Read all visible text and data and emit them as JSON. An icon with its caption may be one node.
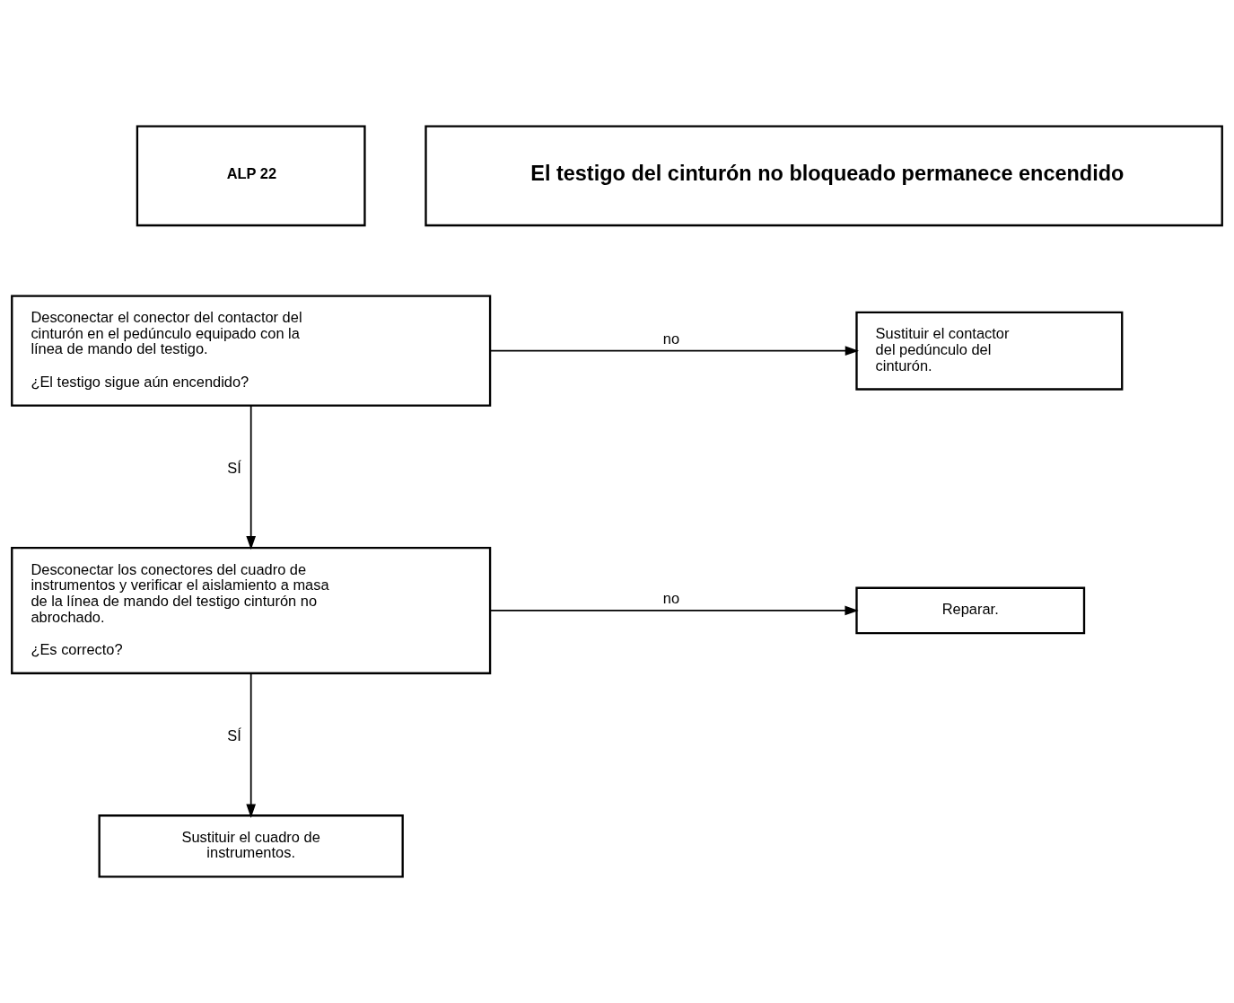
{
  "diagram": {
    "nodes": [
      {
        "text": [
          "ALP 22"
        ]
      },
      {
        "text": [
          "El testigo del cinturón no bloqueado permanece encendido"
        ]
      },
      {
        "text": [
          "Desconectar el conector del contactor del cinturón en el pedúnculo equipado con la línea de mando del testigo.",
          "¿El testigo sigue aún encendido?"
        ]
      },
      {
        "text": [
          "Sustituir el contactor del pedúnculo del cinturón."
        ]
      },
      {
        "text": [
          "Desconectar los conectores del cuadro de instrumentos y verificar el aislamiento a masa de la línea de mando del testigo cinturón no abrochado.",
          "¿Es correcto?"
        ]
      },
      {
        "text": [
          "Reparar."
        ]
      },
      {
        "text": [
          "Sustituir el cuadro de instrumentos."
        ]
      }
    ],
    "edges": [
      {
        "from": 2,
        "to": 3,
        "arrow": "to",
        "label": "no"
      },
      {
        "from": 2,
        "to": 4,
        "arrow": "to",
        "label": "SÍ"
      },
      {
        "from": 4,
        "to": 5,
        "arrow": "to",
        "label": "no"
      },
      {
        "from": 4,
        "to": 6,
        "arrow": "to",
        "label": "SÍ"
      }
    ]
  }
}
